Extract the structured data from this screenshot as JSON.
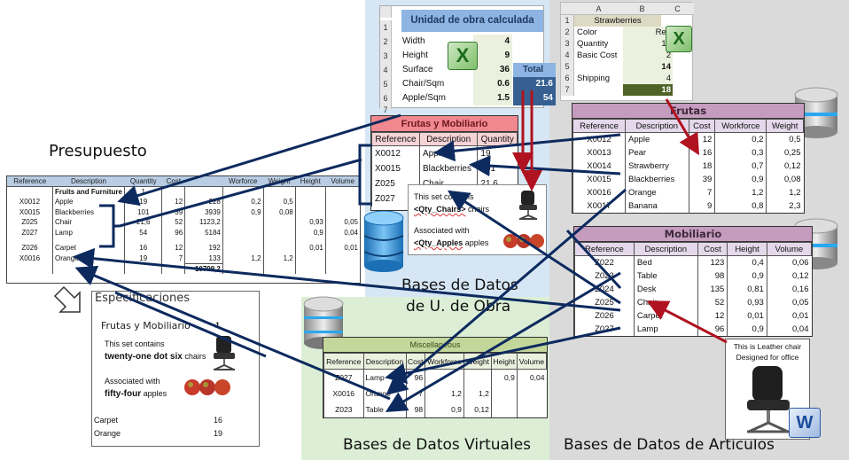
{
  "sections": {
    "presupuesto_title": "Presupuesto",
    "unidades_obra": "Bases de Datos\nde U. de Obra",
    "unidades_obra_line1": "Bases de Datos",
    "unidades_obra_line2": "de U. de Obra",
    "virtuales": "Bases de Datos Virtuales",
    "articulos": "Bases de Datos de Artículos"
  },
  "presupuesto": {
    "headers": [
      "Reference",
      "Description",
      "Quantity",
      "Cost",
      "",
      "Worforce",
      "Weight",
      "Height",
      "Volume"
    ],
    "rows": [
      {
        "ref": "",
        "desc": "Fruits and Furniture",
        "qty": "1",
        "cost": "",
        "total": "",
        "workforce": "",
        "weight": "",
        "height": "",
        "volume": ""
      },
      {
        "ref": "X0012",
        "desc": "Apple",
        "qty": "19",
        "cost": "12",
        "total": "228",
        "workforce": "0,2",
        "weight": "0,5",
        "height": "",
        "volume": ""
      },
      {
        "ref": "X0015",
        "desc": "Blackberries",
        "qty": "101",
        "cost": "39",
        "total": "3939",
        "workforce": "0,9",
        "weight": "0,08",
        "height": "",
        "volume": ""
      },
      {
        "ref": "Z025",
        "desc": "Chair",
        "qty": "21,6",
        "cost": "52",
        "total": "1123,2",
        "workforce": "",
        "weight": "",
        "height": "0,93",
        "volume": "0,05"
      },
      {
        "ref": "Z027",
        "desc": "Lamp",
        "qty": "54",
        "cost": "96",
        "total": "5184",
        "workforce": "",
        "weight": "",
        "height": "0,9",
        "volume": "0,04"
      },
      {
        "ref": "Z026",
        "desc": "Carpet",
        "qty": "16",
        "cost": "12",
        "total": "192",
        "workforce": "",
        "weight": "",
        "height": "0,01",
        "volume": "0,01"
      },
      {
        "ref": "X0016",
        "desc": "Orange",
        "qty": "19",
        "cost": "7",
        "total": "133",
        "workforce": "1,2",
        "weight": "1,2",
        "height": "",
        "volume": ""
      }
    ],
    "grand_total": "10799,2"
  },
  "unidad_obra": {
    "title": "Unidad de obra calculada",
    "row_numbers": [
      "1",
      "2",
      "3",
      "4",
      "5",
      "6",
      "7"
    ],
    "rows": [
      {
        "label": "Width",
        "value": "4",
        "total": ""
      },
      {
        "label": "Height",
        "value": "9",
        "total": ""
      },
      {
        "label": "Surface",
        "value": "36",
        "total": "Total"
      },
      {
        "label": "Chair/Sqm",
        "value": "0.6",
        "total": "21.6"
      },
      {
        "label": "Apple/Sqm",
        "value": "1.5",
        "total": "54"
      }
    ],
    "icon": "excel-icon"
  },
  "strawberries": {
    "columns": [
      "A",
      "B",
      "C"
    ],
    "row_numbers": [
      "1",
      "2",
      "3",
      "4",
      "5",
      "6",
      "7"
    ],
    "title": "Strawberries",
    "rows": [
      {
        "a": "Color",
        "b": "Red"
      },
      {
        "a": "Quantity",
        "b": "12"
      },
      {
        "a": "Basic Cost",
        "b": "2"
      },
      {
        "a": "",
        "b": "14"
      },
      {
        "a": "Shipping",
        "b": "4"
      },
      {
        "a": "",
        "b": "18"
      }
    ],
    "icon": "excel-icon"
  },
  "frutas": {
    "title": "Frutas",
    "headers": [
      "Reference",
      "Description",
      "Cost",
      "Workforce",
      "Weight"
    ],
    "rows": [
      [
        "X0012",
        "Apple",
        "12",
        "0,2",
        "0,5"
      ],
      [
        "X0013",
        "Pear",
        "16",
        "0,3",
        "0,25"
      ],
      [
        "X0014",
        "Strawberry",
        "18",
        "0,7",
        "0,12"
      ],
      [
        "X0015",
        "Blackberries",
        "39",
        "0,9",
        "0,08"
      ],
      [
        "X0016",
        "Orange",
        "7",
        "1,2",
        "1,2"
      ],
      [
        "X0017",
        "Banana",
        "9",
        "0,8",
        "2,3"
      ]
    ]
  },
  "mobiliario": {
    "title": "Mobiliario",
    "headers": [
      "Reference",
      "Description",
      "Cost",
      "Height",
      "Volume"
    ],
    "rows": [
      [
        "Z022",
        "Bed",
        "123",
        "0,4",
        "0,06"
      ],
      [
        "Z023",
        "Table",
        "98",
        "0,9",
        "0,12"
      ],
      [
        "Z024",
        "Desk",
        "135",
        "0,81",
        "0,16"
      ],
      [
        "Z025",
        "Chair",
        "52",
        "0,93",
        "0,05"
      ],
      [
        "Z026",
        "Carpet",
        "12",
        "0,01",
        "0,01"
      ],
      [
        "Z027",
        "Lamp",
        "96",
        "0,9",
        "0,04"
      ]
    ]
  },
  "frutas_mobiliario": {
    "title": "Frutas y Mobiliario",
    "headers": [
      "Reference",
      "Description",
      "Quantity"
    ],
    "rows": [
      [
        "X0012",
        "Apple",
        "19"
      ],
      [
        "X0015",
        "Blackberries",
        "101"
      ],
      [
        "Z025",
        "Chair",
        "21,6"
      ],
      [
        "Z027",
        "",
        ""
      ]
    ]
  },
  "template_note": {
    "line1": "This set contains",
    "chairs_field": "<Qty_Chairs>",
    "chairs_suffix": "chairs",
    "line3": "Associated with",
    "apples_field": "<Qty_Apples",
    "apples_suffix": "apples"
  },
  "miscellaneous": {
    "title": "Miscellaneous",
    "headers": [
      "Reference",
      "Description",
      "Cost",
      "Workforce",
      "Weight",
      "Height",
      "Volume"
    ],
    "rows": [
      [
        "Z027",
        "Lamp",
        "96",
        "",
        "",
        "0,9",
        "0,04"
      ],
      [
        "X0016",
        "Orange",
        "7",
        "1,2",
        "1,2",
        "",
        ""
      ],
      [
        "Z023",
        "Table",
        "98",
        "0,9",
        "0,12",
        "",
        ""
      ]
    ]
  },
  "especificaciones": {
    "title": "Especificaciones",
    "set_name": "Frutas y Mobiliario",
    "set_qty": "1",
    "line1": "This set contains",
    "chairs_bold": "twenty-one dot six",
    "chairs_suffix": "chairs",
    "line3": "Associated with",
    "apples_bold": "fifty-four",
    "apples_suffix": "apples",
    "items": [
      {
        "name": "Carpet",
        "qty": "16"
      },
      {
        "name": "Orange",
        "qty": "19"
      }
    ]
  },
  "chair_note": {
    "line1": "This is Leather chair",
    "line2": "Designed for office",
    "icon": "word-icon"
  },
  "colors": {
    "arrow_blue": "#0d2a5e",
    "arrow_red": "#b0121f",
    "frutas_header": "#c59bbe",
    "fym_header": "#f2888f",
    "misc_header": "#c4d79b",
    "presupuesto_header": "#b8cce4",
    "uoc_total": "#366092"
  }
}
